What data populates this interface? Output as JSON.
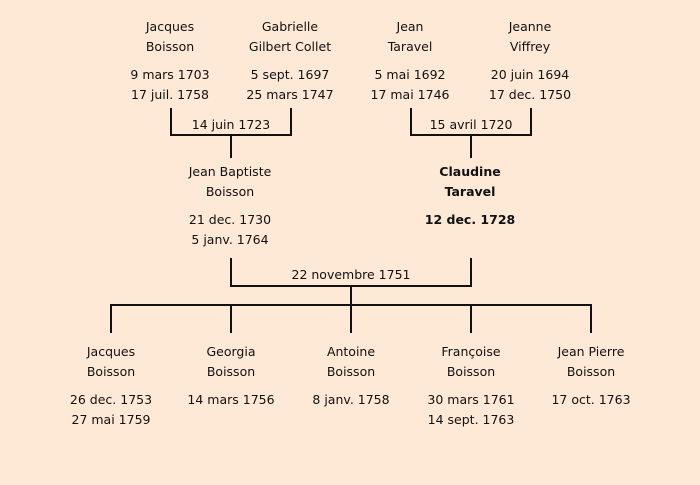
{
  "grandparents": [
    {
      "first": "Jacques",
      "last": "Boisson",
      "birth": "9 mars 1703",
      "death": "17 juil. 1758"
    },
    {
      "first": "Gabrielle",
      "last": "Gilbert Collet",
      "birth": "5 sept. 1697",
      "death": "25 mars 1747"
    },
    {
      "first": "Jean",
      "last": "Taravel",
      "birth": "5 mai 1692",
      "death": "17 mai 1746"
    },
    {
      "first": "Jeanne",
      "last": "Viffrey",
      "birth": "20 juin 1694",
      "death": "17 dec. 1750"
    }
  ],
  "grandparent_marriages": [
    "14 juin 1723",
    "15 avril 1720"
  ],
  "parents": [
    {
      "first": "Jean Baptiste",
      "last": "Boisson",
      "birth": "21 dec. 1730",
      "death": "5 janv. 1764"
    },
    {
      "first": "Claudine",
      "last": "Taravel",
      "birth": "12 dec. 1728",
      "death": ""
    }
  ],
  "parent_marriage": "22 novembre 1751",
  "children": [
    {
      "first": "Jacques",
      "last": "Boisson",
      "birth": "26 dec. 1753",
      "death": "27 mai 1759"
    },
    {
      "first": "Georgia",
      "last": "Boisson",
      "birth": "14 mars 1756",
      "death": ""
    },
    {
      "first": "Antoine",
      "last": "Boisson",
      "birth": "8 janv. 1758",
      "death": ""
    },
    {
      "first": "Françoise",
      "last": "Boisson",
      "birth": "30 mars 1761",
      "death": "14 sept. 1763"
    },
    {
      "first": "Jean Pierre",
      "last": "Boisson",
      "birth": "17 oct. 1763",
      "death": ""
    }
  ]
}
